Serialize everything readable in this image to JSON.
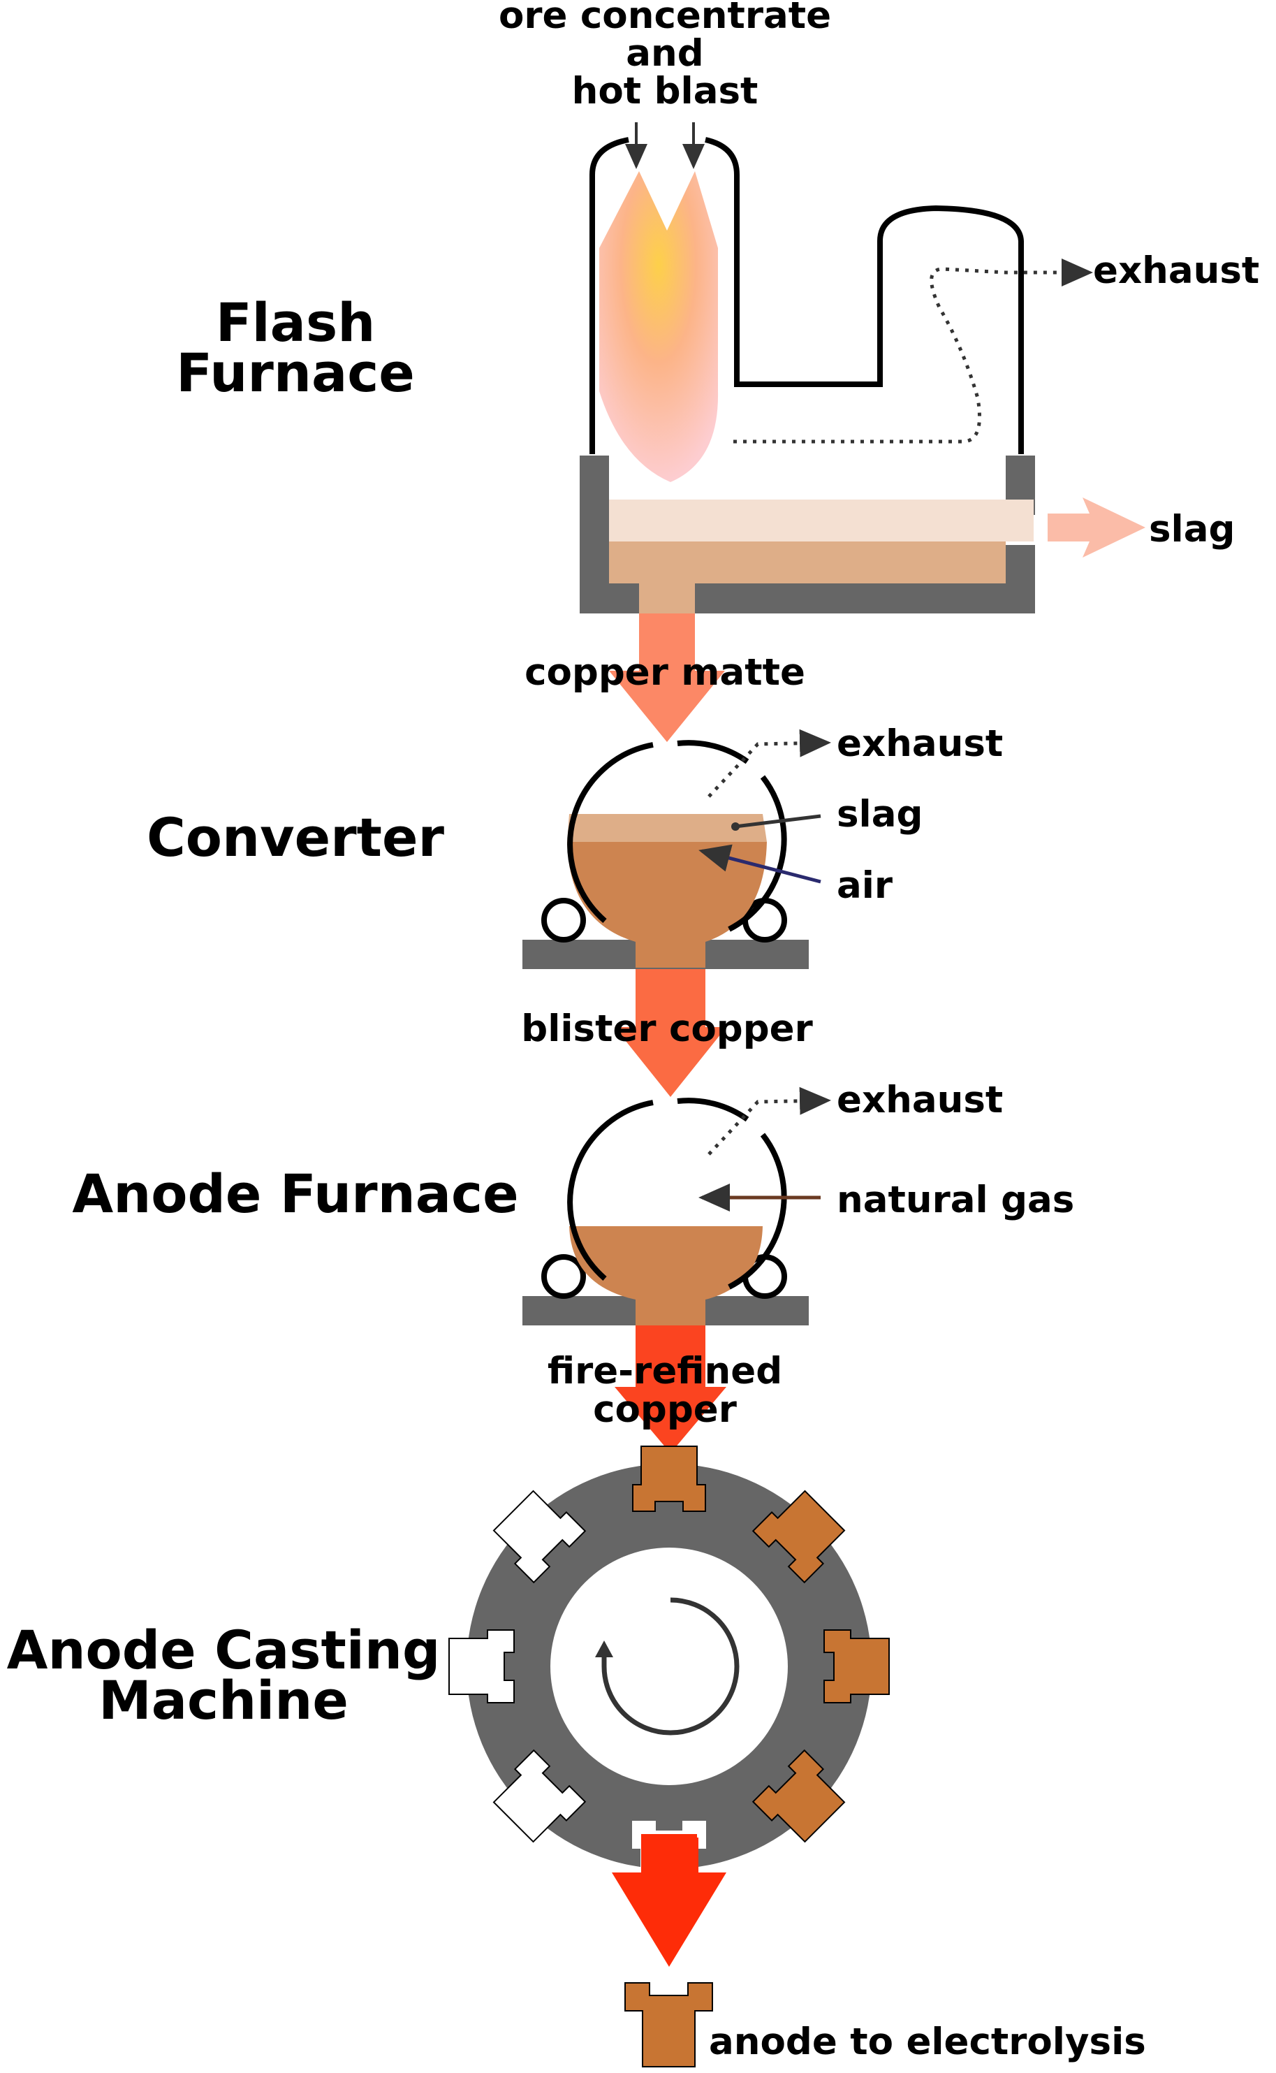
{
  "sections": {
    "flash_furnace": [
      "Flash",
      "Furnace"
    ],
    "converter": "Converter",
    "anode_furnace": "Anode Furnace",
    "anode_casting": [
      "Anode Casting",
      "Machine"
    ]
  },
  "labels": {
    "feed": [
      "ore concentrate",
      "and",
      "hot blast"
    ],
    "exhaust": "exhaust",
    "slag": "slag",
    "copper_matte": "copper matte",
    "air": "air",
    "blister_copper": "blister copper",
    "natural_gas": "natural gas",
    "fire_refined": [
      "fire-refined",
      "copper"
    ],
    "anode_output": "anode to electrolysis"
  },
  "colors": {
    "furnace_wall": "#666666",
    "outline": "#000000",
    "light_slag": "#f4e0d2",
    "matte_layer": "#deae88",
    "copper_body": "#cd8450",
    "anode_copper": "#c87533",
    "arrow_matte": "#fc8866",
    "arrow_blister": "#fb6b43",
    "arrow_refined": "#fb4420",
    "arrow_out": "#fe2c08",
    "slag_arrow": "#fbbca8",
    "air_line": "#2a2a6e",
    "gas_line": "#6b3a22",
    "flame_outer": "#fdc4b5",
    "flame_inner": "#fdd04a"
  }
}
